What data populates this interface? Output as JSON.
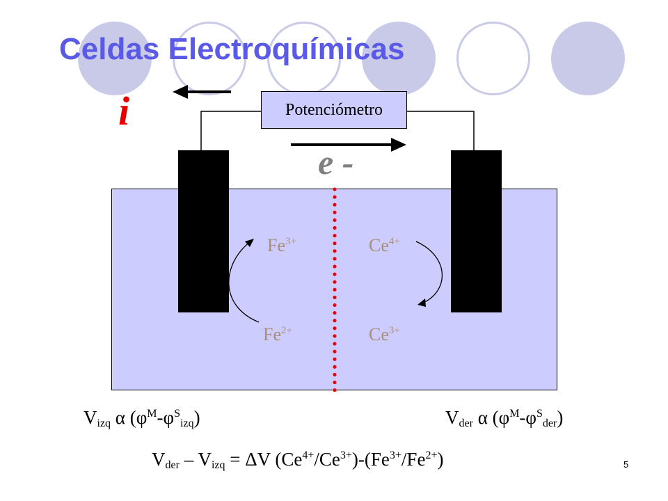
{
  "slide": {
    "title": "Celdas Electroquímicas",
    "number": "5"
  },
  "potentiometer": {
    "label": "Potenciómetro"
  },
  "current_label": "i",
  "electron_label": "e -",
  "ions": {
    "left_top": {
      "symbol": "Fe",
      "charge": "3+"
    },
    "left_bottom": {
      "symbol": "Fe",
      "charge": "2+"
    },
    "right_top": {
      "symbol": "Ce",
      "charge": "4+"
    },
    "right_bottom": {
      "symbol": "Ce",
      "charge": "3+"
    }
  },
  "equations": {
    "left": {
      "v": "V",
      "v_sub": "izq",
      "alpha": "α",
      "open": "(",
      "phi1": "φ",
      "phi1_sup": "M",
      "dash": "-",
      "phi2": "φ",
      "phi2_sup": "S",
      "phi2_sub": "izq",
      "close": ")"
    },
    "right": {
      "v": "V",
      "v_sub": "der",
      "alpha": "α",
      "open": "(",
      "phi1": "φ",
      "phi1_sup": "M",
      "dash": "-",
      "phi2": "φ",
      "phi2_sup": "S",
      "phi2_sub": "der",
      "close": ")"
    },
    "bottom": {
      "v1": "V",
      "v1_sub": "der",
      "minus": " – ",
      "v2": "V",
      "v2_sub": "izq",
      "eq": " = ",
      "delta": "ΔV",
      "t1": " (Ce",
      "s1": "4+",
      "t2": "/Ce",
      "s2": "3+",
      "t3": ")-(Fe",
      "s3": "3+",
      "t4": "/Fe",
      "s4": "2+",
      "t5": ")"
    }
  },
  "colors": {
    "title": "#5a5ae6",
    "solution": "#ccccff",
    "circle": "#c9cae8",
    "current": "#e60000",
    "electron": "#808080",
    "ion": "#a98f7a",
    "separator": "#e60000"
  }
}
